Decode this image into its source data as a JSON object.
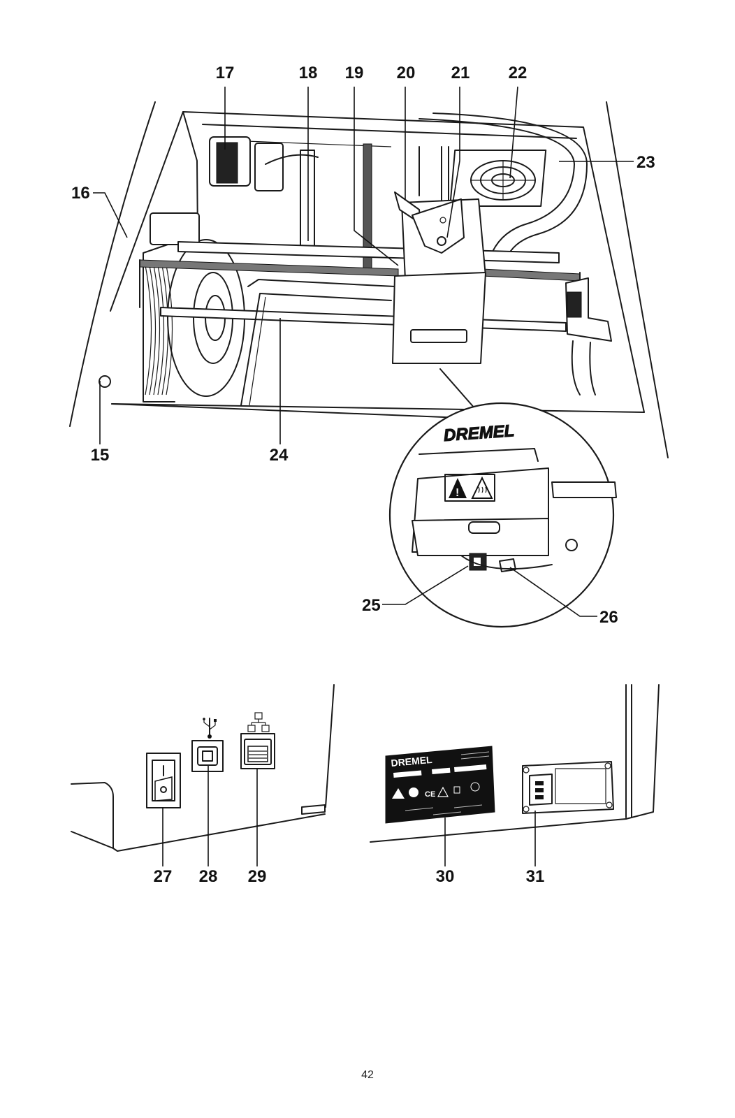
{
  "callouts": {
    "c15": "15",
    "c16": "16",
    "c17": "17",
    "c18": "18",
    "c19": "19",
    "c20": "20",
    "c21": "21",
    "c22": "22",
    "c23": "23",
    "c24": "24",
    "c25": "25",
    "c26": "26",
    "c27": "27",
    "c28": "28",
    "c29": "29",
    "c30": "30",
    "c31": "31"
  },
  "brand": {
    "extruder_logo": "DREMEL",
    "rating_label_logo": "DREMEL"
  },
  "icons": {
    "usb": "usb-icon",
    "network": "network-icon",
    "warning": "warning-triangle-icon",
    "hot_surface": "hot-surface-icon"
  },
  "page_number": "42"
}
